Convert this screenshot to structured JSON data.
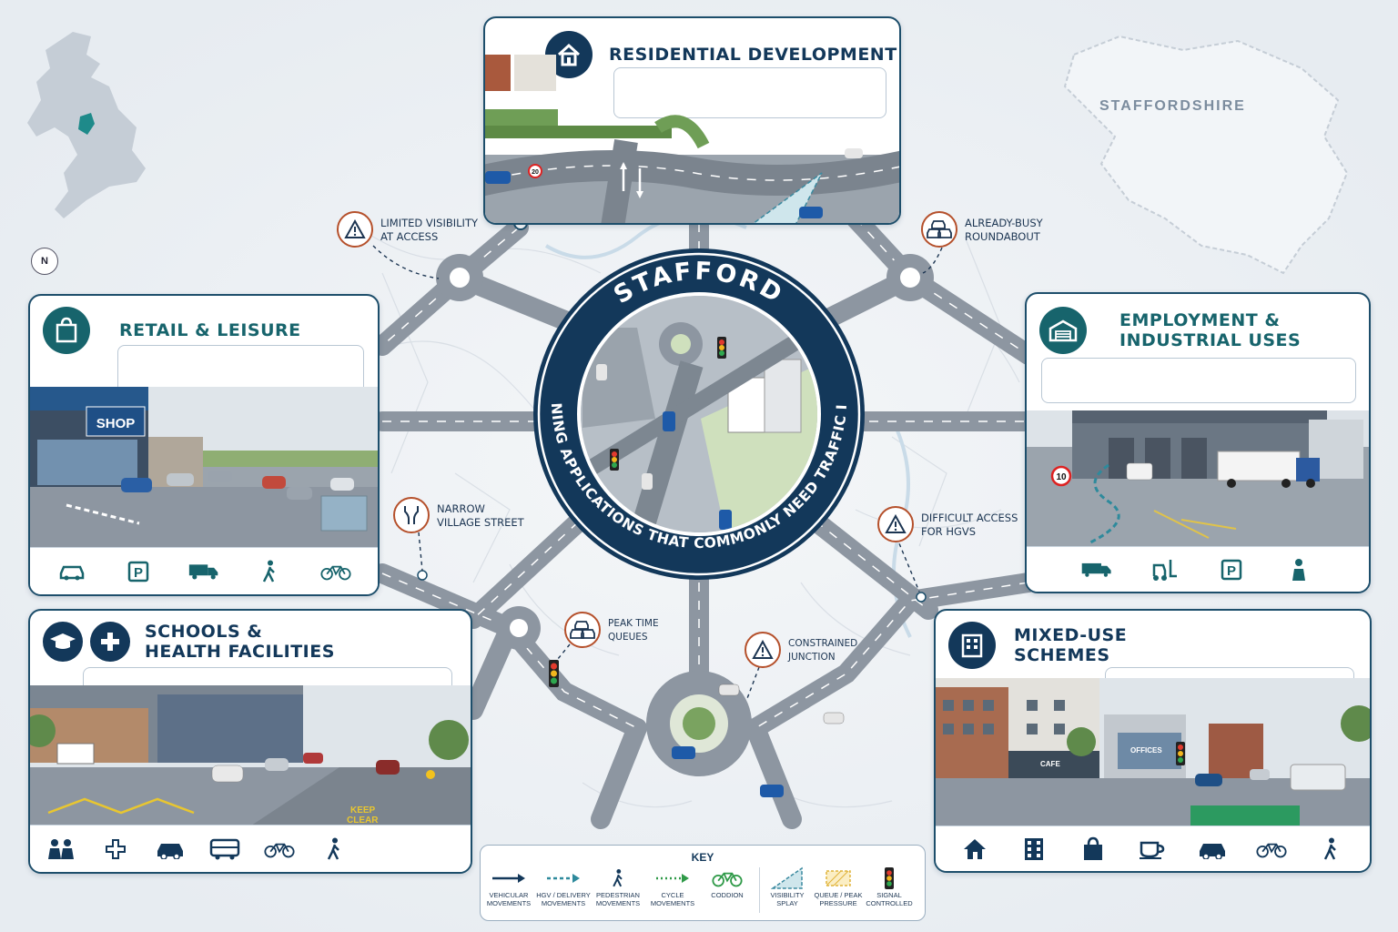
{
  "region_label": "STAFFORDSHIRE",
  "compass_label": "N",
  "center": {
    "title": "STAFFORD",
    "subtitle": "PLANNING APPLICATIONS THAT COMMONLY NEED TRAFFIC INPUT"
  },
  "panels": {
    "residential": {
      "title": "RESIDENTIAL DEVELOPMENT",
      "icon": "house-icon"
    },
    "retail": {
      "title": "RETAIL & LEISURE",
      "icon": "shopping-bag-icon",
      "shop_sign": "SHOP",
      "icons": [
        "car-icon",
        "parking-icon",
        "truck-icon",
        "pedestrian-icon",
        "bicycle-icon"
      ],
      "parking_glyph": "P"
    },
    "employment": {
      "title_line1": "EMPLOYMENT &",
      "title_line2": "INDUSTRIAL USES",
      "icon": "warehouse-icon",
      "speed_sign": "10",
      "icons": [
        "truck-icon",
        "forklift-icon",
        "parking-icon",
        "person-icon"
      ],
      "parking_glyph": "P"
    },
    "schools": {
      "title_line1": "SCHOOLS &",
      "title_line2": "HEALTH FACILITIES",
      "icons": [
        "family-icon",
        "medical-cross-icon",
        "car-icon",
        "bus-icon",
        "bicycle-icon",
        "pedestrian-icon"
      ],
      "road_marking_line1": "KEEP",
      "road_marking_line2": "CLEAR"
    },
    "mixed": {
      "title_line1": "MIXED-USE",
      "title_line2": "SCHEMES",
      "cafe_sign": "CAFE",
      "offices_sign": "OFFICES",
      "icons": [
        "house-icon",
        "apartment-icon",
        "shopping-bag-icon",
        "coffee-cup-icon",
        "car-icon",
        "bicycle-icon",
        "pedestrian-icon"
      ]
    }
  },
  "callouts": [
    {
      "id": "limited-visibility",
      "line1": "LIMITED VISIBILITY",
      "line2": "AT ACCESS",
      "icon": "warning-icon"
    },
    {
      "id": "busy-roundabout",
      "line1": "ALREADY-BUSY",
      "line2": "ROUNDABOUT",
      "icon": "traffic-cars-icon"
    },
    {
      "id": "narrow-street",
      "line1": "NARROW",
      "line2": "VILLAGE STREET",
      "icon": "narrow-road-icon"
    },
    {
      "id": "hgv-access",
      "line1": "DIFFICULT ACCESS",
      "line2": "FOR HGVS",
      "icon": "warning-icon"
    },
    {
      "id": "peak-queues",
      "line1": "PEAK TIME",
      "line2": "QUEUES",
      "icon": "traffic-cars-icon"
    },
    {
      "id": "constrained-junction",
      "line1": "CONSTRAINED",
      "line2": "JUNCTION",
      "icon": "warning-icon"
    }
  ],
  "road_signs": {
    "speed_20": "20"
  },
  "key": {
    "title": "KEY",
    "items": [
      {
        "line1": "VEHICULAR",
        "line2": "MOVEMENTS"
      },
      {
        "line1": "HGV / DELIVERY",
        "line2": "MOVEMENTS"
      },
      {
        "line1": "PEDESTRIAN",
        "line2": "MOVEMENTS"
      },
      {
        "line1": "CYCLE",
        "line2": "MOVEMENTS"
      },
      {
        "line1": "CODDION",
        "line2": ""
      },
      {
        "line1": "VISIBILITY",
        "line2": "SPLAY"
      },
      {
        "line1": "QUEUE / PEAK",
        "line2": "PRESSURE"
      },
      {
        "line1": "SIGNAL",
        "line2": "CONTROLLED"
      }
    ]
  },
  "colors": {
    "navy": "#13385a",
    "teal": "#17646c",
    "road": "#8d96a1",
    "warning": "#b5502b",
    "cycle": "#2f9a48",
    "panel_border": "#1d4e6b"
  }
}
